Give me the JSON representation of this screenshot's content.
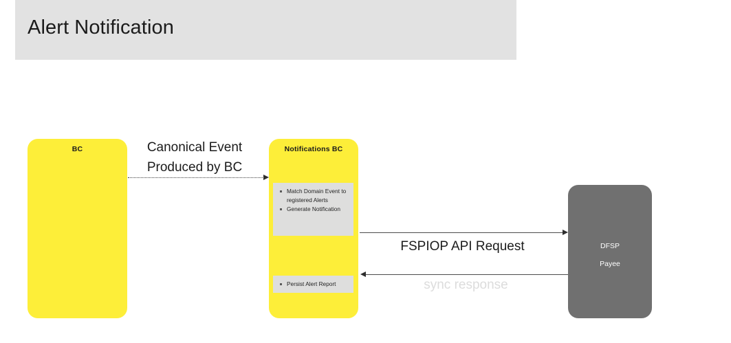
{
  "diagram": {
    "title": "Alert Notification",
    "nodes": [
      {
        "id": "bc",
        "label": "BC",
        "color": "#fdee39",
        "kind": "lifeline"
      },
      {
        "id": "notifications-bc",
        "label": "Notifications BC",
        "color": "#fdee39",
        "kind": "lifeline"
      },
      {
        "id": "dfsp-payee",
        "line1": "DFSP",
        "line2": "Payee",
        "color": "#707070",
        "kind": "lifeline"
      }
    ],
    "activities": [
      {
        "id": "match-domain-event",
        "items": [
          "Match Domain Event to registered Alerts",
          "Generate Notification"
        ]
      },
      {
        "id": "persist-alert-report",
        "items": [
          "Persist Alert Report"
        ]
      }
    ],
    "messages": [
      {
        "id": "canonical-event",
        "label": "Canonical Event Produced by BC",
        "line1": "Canonical Event",
        "line2": "Produced by BC",
        "style": "dotted",
        "direction": "right",
        "from": "bc",
        "to": "notifications-bc"
      },
      {
        "id": "fspiop-api-request",
        "label": "FSPIOP API Request",
        "style": "solid",
        "direction": "right",
        "from": "notifications-bc",
        "to": "dfsp-payee",
        "color": "#1b1b1b"
      },
      {
        "id": "sync-response",
        "label": "sync response",
        "style": "solid",
        "direction": "left",
        "from": "dfsp-payee",
        "to": "notifications-bc",
        "color": "#dcdcdc"
      }
    ],
    "colors": {
      "banner": "#e2e2e2",
      "lifeline_yellow": "#fdee39",
      "lifeline_gray": "#707070",
      "activity_gray": "#dededd",
      "canvas": "#ffffff"
    }
  }
}
